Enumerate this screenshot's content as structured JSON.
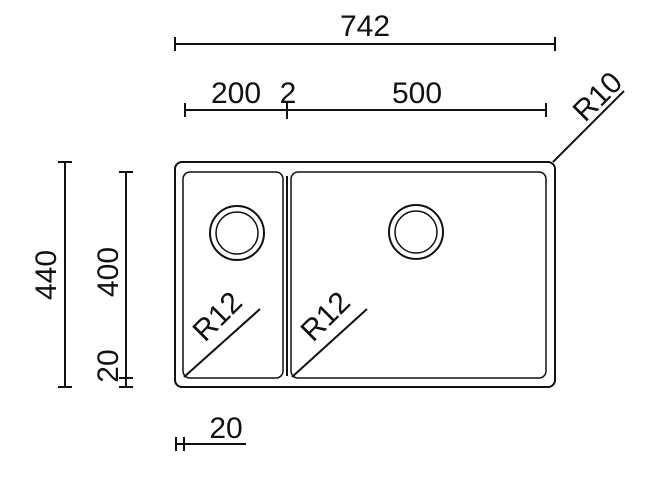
{
  "drawing": {
    "dimensions": {
      "overall_width": "742",
      "left_bowl_width": "200",
      "divider_width": "2",
      "right_bowl_width": "500",
      "overall_height": "440",
      "inner_height": "400",
      "bottom_rim": "20",
      "side_rim": "20"
    },
    "radii": {
      "outer_corner": "R10",
      "left_bowl_corner": "R12",
      "right_bowl_corner": "R12"
    }
  }
}
